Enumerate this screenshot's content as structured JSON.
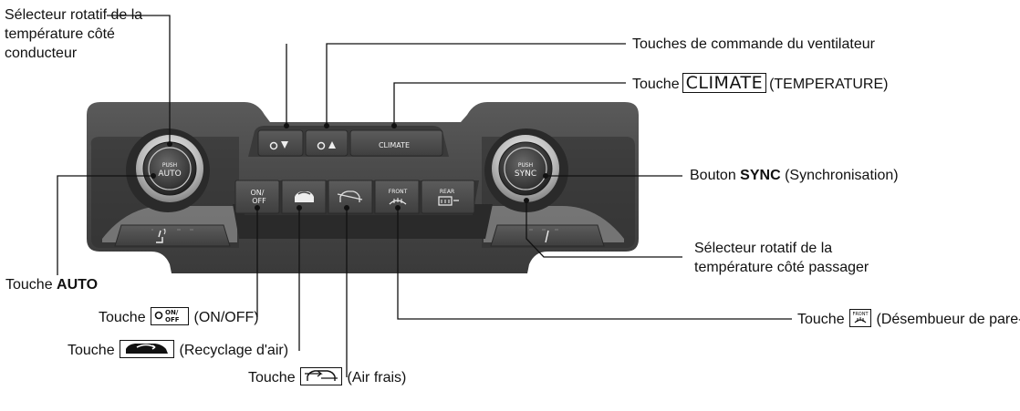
{
  "labels": {
    "driver_dial": "Sélecteur rotatif de la température côté conducteur",
    "fan_keys": "Touches de commande du ventilateur",
    "climate_prefix": "Touche",
    "climate_key": "CLIMATE",
    "climate_suffix": "(TEMPERATURE)",
    "sync_prefix": "Bouton",
    "sync_bold": "SYNC",
    "sync_suffix": "(Synchronisation)",
    "passenger_dial_line1": "Sélecteur rotatif de la",
    "passenger_dial_line2": "température côté passager",
    "auto_prefix": "Touche",
    "auto_bold": "AUTO",
    "onoff_prefix": "Touche",
    "onoff_suffix": "(ON/OFF)",
    "recirc_prefix": "Touche",
    "recirc_suffix": "(Recyclage d'air)",
    "fresh_prefix": "Touche",
    "fresh_suffix": "(Air frais)",
    "defrost_prefix": "Touche",
    "defrost_suffix": "(Désembueur de pare-brise)"
  },
  "panel": {
    "left_knob_line1": "PUSH",
    "left_knob_line2": "AUTO",
    "right_knob_line1": "PUSH",
    "right_knob_line2": "SYNC",
    "climate_button": "CLIMATE",
    "onoff_line1": "ON/",
    "onoff_line2": "OFF",
    "front_label": "FRONT",
    "rear_label": "REAR"
  },
  "icons": {
    "fan_down": "fan-down-icon",
    "fan_up": "fan-up-icon",
    "recirculation": "car-recirculation-icon",
    "fresh_air": "car-fresh-air-icon",
    "front_defrost": "front-defrost-icon",
    "rear_defrost": "rear-defrost-icon",
    "seat_heater": "seat-heater-icon"
  },
  "colors": {
    "panel_body": "#4a4a4a",
    "panel_dark": "#2c2c2c",
    "chrome": "#d9d9d9",
    "leader_line": "#111111"
  }
}
